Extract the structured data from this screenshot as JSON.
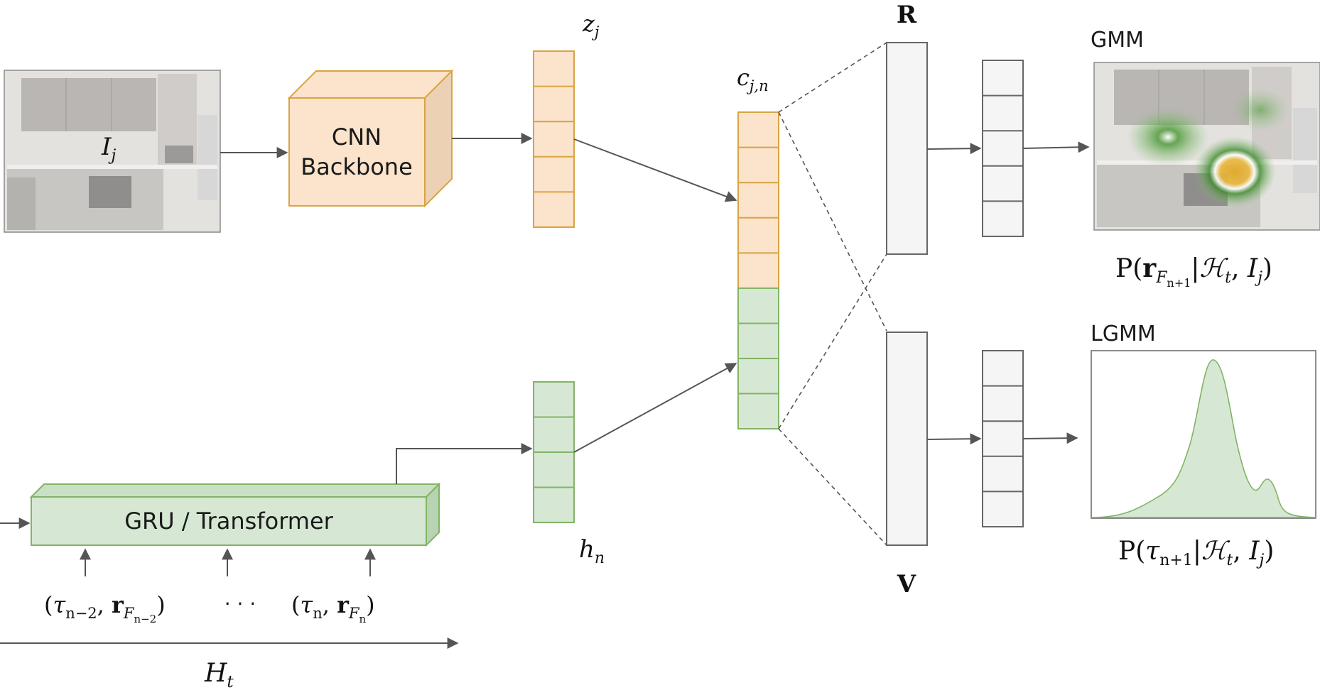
{
  "image_label": "I",
  "image_label_sub": "j",
  "cnn": {
    "line1": "CNN",
    "line2": "Backbone"
  },
  "z_label": "z",
  "z_sub": "j",
  "c_label": "c",
  "c_sub": "j,n",
  "h_label": "h",
  "h_sub": "n",
  "rnn_label": "GRU / Transformer",
  "input_left": {
    "open": "(",
    "tau": "τ",
    "tau_sub": "n−2",
    "comma": ", ",
    "r": "r",
    "r_sub": "F",
    "r_subsub": "n−2",
    "close": ")"
  },
  "input_dots": "· · ·",
  "input_right": {
    "open": "(",
    "tau": "τ",
    "tau_sub": "n",
    "comma": ", ",
    "r": "r",
    "r_sub": "F",
    "r_subsub": "n",
    "close": ")"
  },
  "timeline_label": "H",
  "timeline_sub": "t",
  "R_label": "R",
  "V_label": "V",
  "gmm_title": "GMM",
  "lgmm_title": "LGMM",
  "gmm_formula": {
    "p": "P(",
    "r": "r",
    "sub": "F",
    "subsub": "n+1",
    "bar": "|",
    "H": "ℋ",
    "Hsub": "t",
    "comma": ", ",
    "I": "I",
    "Isub": "j",
    "close": ")"
  },
  "lgmm_formula": {
    "p": "P(",
    "tau": "τ",
    "sub": "n+1",
    "bar": "|",
    "H": "ℋ",
    "Hsub": "t",
    "comma": ", ",
    "I": "I",
    "Isub": "j",
    "close": ")"
  },
  "colors": {
    "orange_fill": "#fbe3cc",
    "orange_stroke": "#d9a441",
    "green_fill": "#d6e8d4",
    "green_stroke": "#82b366",
    "gray_fill": "#f5f5f5",
    "gray_stroke": "#666666"
  }
}
